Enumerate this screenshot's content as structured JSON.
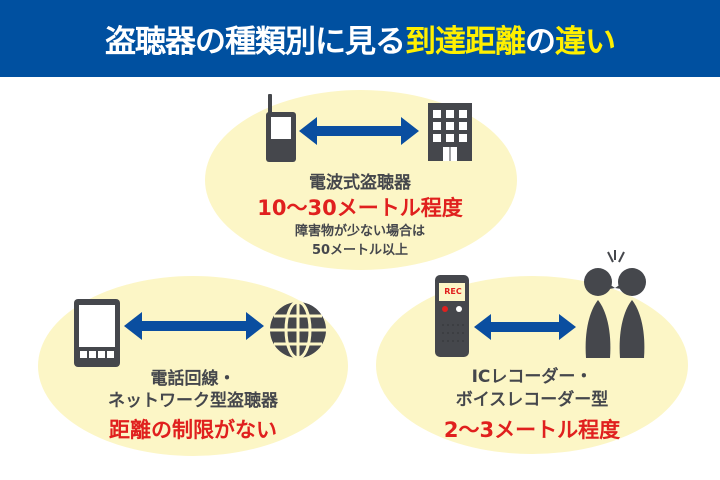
{
  "header": {
    "title_white": "盗聴器の種類別に見る",
    "title_yellow": "到達距離",
    "title_white2": "の",
    "title_yellow2": "違い"
  },
  "cards": [
    {
      "name": "電波式盗聴器",
      "distance": "10〜30メートル程度",
      "note_line1": "障害物が少ない場合は",
      "note_line2": "50メートル以上"
    },
    {
      "name_line1": "電話回線・",
      "name_line2": "ネットワーク型盗聴器",
      "distance": "距離の制限がない"
    },
    {
      "name_line1": "ICレコーダー・",
      "name_line2": "ボイスレコーダー型",
      "distance": "2〜3メートル程度",
      "rec_label": "REC"
    }
  ],
  "colors": {
    "header": "#0050a0",
    "accent_yellow": "#fff000",
    "blob": "#fcf6c6",
    "icon": "#45474c",
    "arrow": "#0a4ea0",
    "red": "#e0201e"
  }
}
